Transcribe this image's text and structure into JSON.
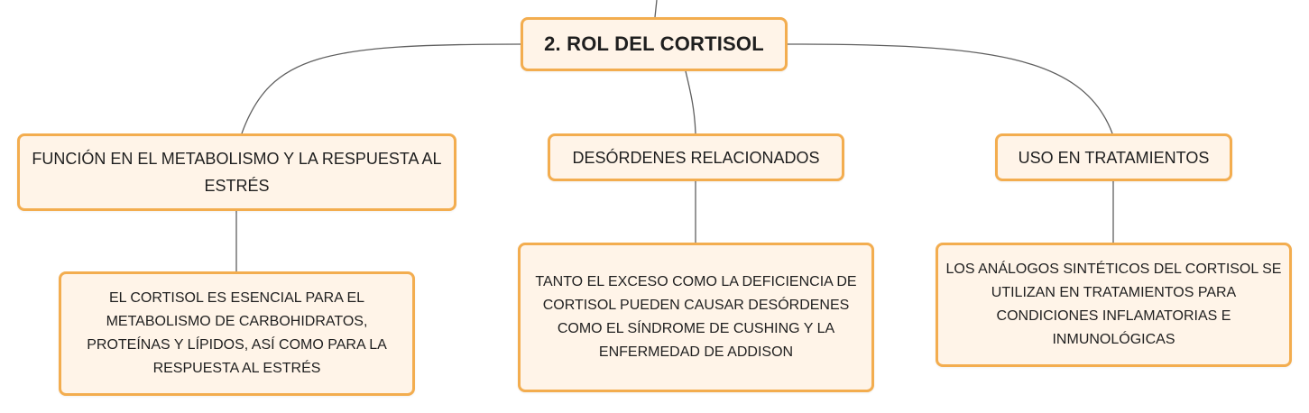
{
  "diagram": {
    "root": {
      "label": "2. ROL DEL CORTISOL"
    },
    "branches": [
      {
        "label": "FUNCIÓN EN EL METABOLISMO Y LA RESPUESTA AL ESTRÉS",
        "detail": "EL CORTISOL ES ESENCIAL PARA EL METABOLISMO DE CARBOHIDRATOS, PROTEÍNAS Y LÍPIDOS, ASÍ COMO PARA LA RESPUESTA AL ESTRÉS"
      },
      {
        "label": "DESÓRDENES RELACIONADOS",
        "detail": "TANTO EL EXCESO COMO LA DEFICIENCIA DE CORTISOL PUEDEN CAUSAR DESÓRDENES COMO EL SÍNDROME DE CUSHING Y LA ENFERMEDAD DE ADDISON"
      },
      {
        "label": "USO EN TRATAMIENTOS",
        "detail": "LOS ANÁLOGOS SINTÉTICOS DEL CORTISOL SE UTILIZAN EN TRATAMIENTOS PARA CONDICIONES INFLAMATORIAS E INMUNOLÓGICAS"
      }
    ]
  },
  "colors": {
    "node_fill": "#fff4e8",
    "node_border": "#f3ad4f",
    "connector": "#5f5f5f",
    "text": "#1f1f1f"
  }
}
